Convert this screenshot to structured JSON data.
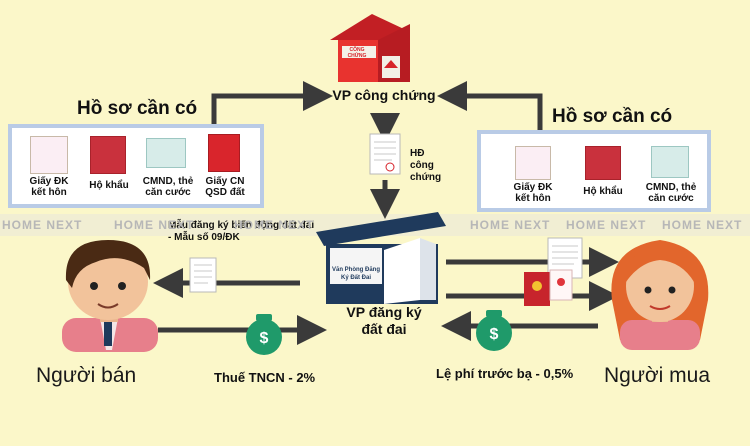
{
  "left_box": {
    "heading": "Hồ sơ cần có",
    "docs": [
      {
        "label": "Giấy ĐK kết hôn",
        "icon": "marriage-certificate-icon"
      },
      {
        "label": "Hộ khẩu",
        "icon": "household-book-icon"
      },
      {
        "label": "CMND, thẻ căn cước",
        "icon": "id-card-icon"
      },
      {
        "label": "Giấy CN QSD đất",
        "icon": "land-certificate-icon"
      }
    ]
  },
  "right_box": {
    "heading": "Hồ sơ cần có",
    "docs": [
      {
        "label": "Giấy ĐK kết hôn",
        "icon": "marriage-certificate-icon"
      },
      {
        "label": "Hộ khẩu",
        "icon": "household-book-icon"
      },
      {
        "label": "CMND, thẻ căn cước",
        "icon": "id-card-icon"
      }
    ]
  },
  "notary": {
    "building_sign": "CÔNG CHỨNG",
    "label": "VP công chứng",
    "contract_label": "HĐ công chứng"
  },
  "registry": {
    "building_sign": "Văn Phòng Đăng Ký Đất Đai",
    "label": "VP đăng ký đất đai"
  },
  "form_note": "Mẫu đăng ký biến động đất đai - Mẫu số 09/ĐK",
  "seller": {
    "label": "Người bán",
    "tax": "Thuế TNCN - 2%"
  },
  "buyer": {
    "label": "Người mua",
    "fee": "Lệ phí trước bạ - 0,5%"
  },
  "watermark": "HOME NEXT",
  "colors": {
    "background": "#fbf7c9",
    "box_border": "#b9cbe6",
    "arrow": "#3a3a3a",
    "notary_red": "#d6232a",
    "registry_navy": "#1f3a5c",
    "money_green": "#1f9a6a"
  }
}
